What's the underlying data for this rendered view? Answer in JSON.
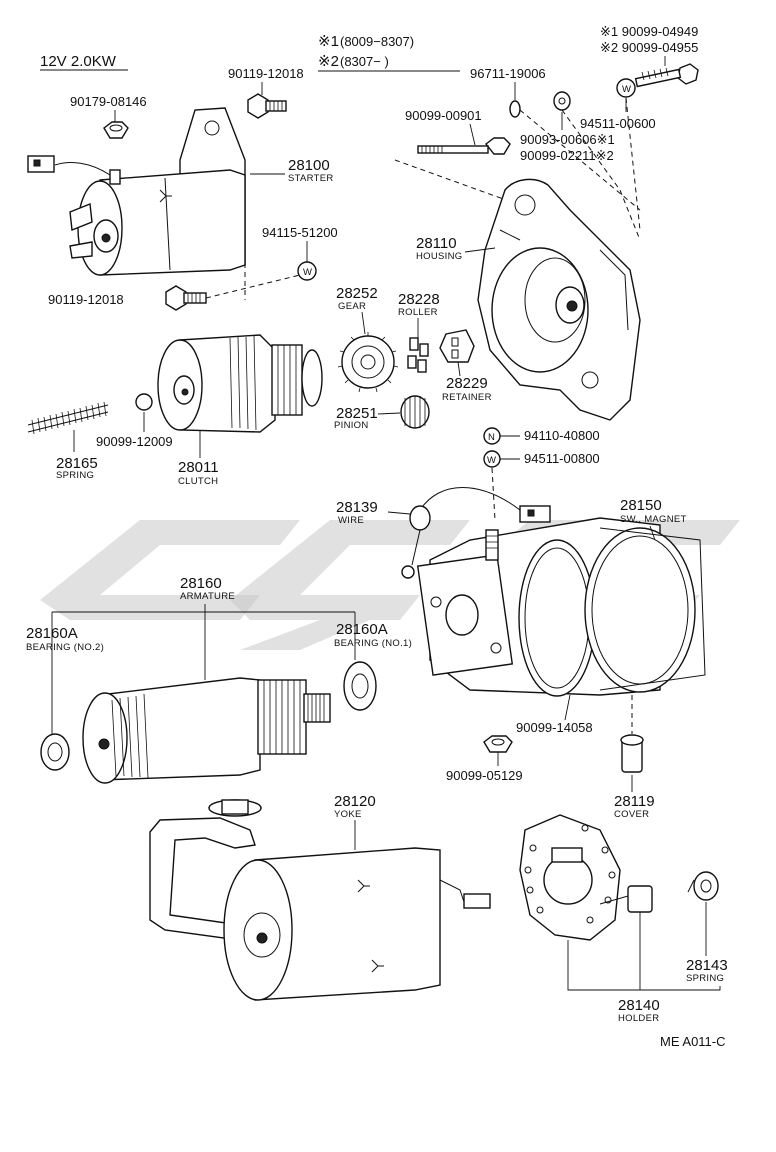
{
  "header": {
    "model": "12V 2.0KW",
    "note1_mark": "※1",
    "note1_range": "(8009−8307)",
    "note2_mark": "※2",
    "note2_range": "(8307−            )"
  },
  "parts": {
    "p90119_12018_top": "90119-12018",
    "p90179_08146": "90179-08146",
    "p28100": "28100",
    "p28100_name": "STARTER",
    "p94115_51200": "94115-51200",
    "p90119_12018_bot": "90119-12018",
    "p96711_19006": "96711-19006",
    "p90099_00901": "90099-00901",
    "p90099_04949": "※1 90099-04949",
    "p90099_04955": "※2 90099-04955",
    "p94511_00600": "94511-00600",
    "p90093_00606": "90093-00606※1",
    "p90099_02211": "90099-02211※2",
    "p28110": "28110",
    "p28110_name": "HOUSING",
    "p28252": "28252",
    "p28252_name": "GEAR",
    "p28228": "28228",
    "p28228_name": "ROLLER",
    "p28229": "28229",
    "p28229_name": "RETAINER",
    "p28251": "28251",
    "p28251_name": "PINION",
    "p28165": "28165",
    "p28165_name": "SPRING",
    "p90099_12009": "90099-12009",
    "p28011": "28011",
    "p28011_name": "CLUTCH",
    "p94110_40800": "94110-40800",
    "p94511_00800": "94511-00800",
    "p28139": "28139",
    "p28139_name": "WIRE",
    "p28150": "28150",
    "p28150_name": "SW., MAGNET",
    "p28160": "28160",
    "p28160_name": "ARMATURE",
    "p28160A_l": "28160A",
    "p28160A_l_name": "BEARING (NO.2)",
    "p28160A_r": "28160A",
    "p28160A_r_name": "BEARING (NO.1)",
    "p90099_14058": "90099-14058",
    "p90099_05129": "90099-05129",
    "p28119": "28119",
    "p28119_name": "COVER",
    "p28120": "28120",
    "p28120_name": "YOKE",
    "p28143": "28143",
    "p28143_name": "SPRING",
    "p28140": "28140",
    "p28140_name": "HOLDER"
  },
  "symbols": {
    "washer_w": "W",
    "nut_n": "N"
  },
  "footer": {
    "code": "ME A011-C"
  }
}
